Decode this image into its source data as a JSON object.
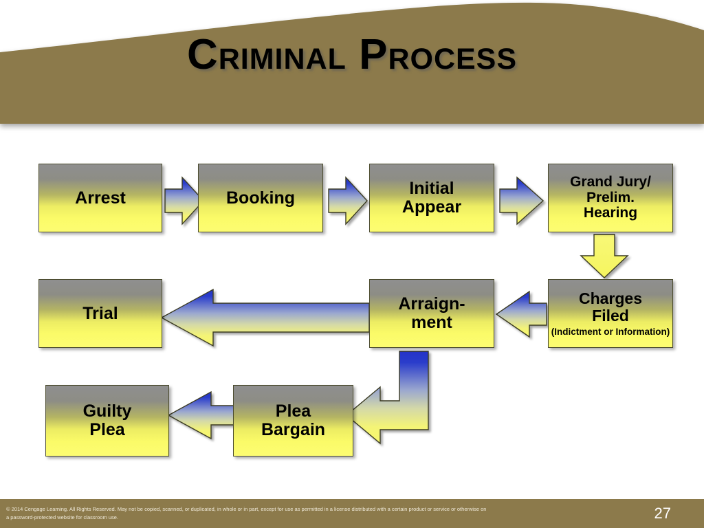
{
  "slide": {
    "title": "Criminal Process",
    "theme": {
      "banner_color": "#8c7a4b",
      "box_top_color": "#8f8f8f",
      "box_bottom_color": "#fbfb68",
      "arrow_top_color": "#2433c8",
      "arrow_bottom_color": "#f7f76a",
      "border_color": "#4b4b2e",
      "background_color": "#ffffff"
    }
  },
  "flowchart": {
    "type": "process-flow-diagram",
    "nodes": [
      {
        "id": "arrest",
        "label": "Arrest",
        "lines": [
          "Arrest"
        ],
        "sub": "",
        "row": 1,
        "col": 1
      },
      {
        "id": "booking",
        "label": "Booking",
        "lines": [
          "Booking"
        ],
        "sub": "",
        "row": 1,
        "col": 2
      },
      {
        "id": "initial",
        "label": "Initial Appear",
        "lines": [
          "Initial",
          "Appear"
        ],
        "sub": "",
        "row": 1,
        "col": 3
      },
      {
        "id": "grandjury",
        "label": "Grand Jury/ Prelim. Hearing",
        "lines": [
          "Grand Jury/",
          "Prelim.",
          "Hearing"
        ],
        "sub": "",
        "row": 1,
        "col": 4
      },
      {
        "id": "charges",
        "label": "Charges Filed",
        "lines": [
          "Charges",
          "Filed"
        ],
        "sub": "(Indictment or Information)",
        "row": 2,
        "col": 4
      },
      {
        "id": "arraignment",
        "label": "Arraignment",
        "lines": [
          "Arraign-",
          "ment"
        ],
        "sub": "",
        "row": 2,
        "col": 3
      },
      {
        "id": "trial",
        "label": "Trial",
        "lines": [
          "Trial"
        ],
        "sub": "",
        "row": 2,
        "col": 1
      },
      {
        "id": "pleabargain",
        "label": "Plea Bargain",
        "lines": [
          "Plea",
          "Bargain"
        ],
        "sub": "",
        "row": 3,
        "col": 2
      },
      {
        "id": "guiltyplea",
        "label": "Guilty Plea",
        "lines": [
          "Guilty",
          "Plea"
        ],
        "sub": "",
        "row": 3,
        "col": 1
      }
    ],
    "edges": [
      {
        "from": "arrest",
        "to": "booking",
        "direction": "right",
        "style": "blue-yellow"
      },
      {
        "from": "booking",
        "to": "initial",
        "direction": "right",
        "style": "blue-yellow"
      },
      {
        "from": "initial",
        "to": "grandjury",
        "direction": "right",
        "style": "blue-yellow"
      },
      {
        "from": "grandjury",
        "to": "charges",
        "direction": "down",
        "style": "yellow"
      },
      {
        "from": "charges",
        "to": "arraignment",
        "direction": "left",
        "style": "blue-yellow"
      },
      {
        "from": "arraignment",
        "to": "trial",
        "direction": "left",
        "style": "blue-yellow"
      },
      {
        "from": "arraignment",
        "to": "pleabargain",
        "direction": "down-left-elbow",
        "style": "blue-yellow"
      },
      {
        "from": "pleabargain",
        "to": "guiltyplea",
        "direction": "left",
        "style": "blue-yellow"
      }
    ]
  },
  "footer": {
    "copyright": "© 2014 Cengage Learning. All Rights Reserved. May not be copied, scanned, or duplicated, in whole or in part, except for use as permitted in a license distributed with a certain product or service or otherwise on a password-protected website for classroom use.",
    "page_number": "27"
  }
}
